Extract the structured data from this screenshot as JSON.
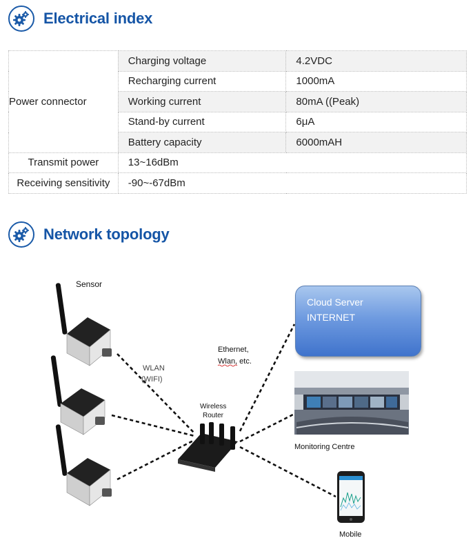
{
  "sections": {
    "electrical": {
      "title": "Electrical index",
      "icon": "gear-icon"
    },
    "network": {
      "title": "Network topology",
      "icon": "gear-icon"
    }
  },
  "spec_table": {
    "power_connector": {
      "group_label": "Power connector",
      "rows": [
        {
          "label": "Charging voltage",
          "value": "4.2VDC"
        },
        {
          "label": "Recharging current",
          "value": "1000mA"
        },
        {
          "label": "Working current",
          "value": "80mA ((Peak)"
        },
        {
          "label": "Stand-by current",
          "value": "6μA"
        },
        {
          "label": "Battery capacity",
          "value": "6000mAH"
        }
      ]
    },
    "transmit_power": {
      "label": "Transmit power",
      "value": "13~16dBm"
    },
    "receiving_sensitivity": {
      "label": "Receiving sensitivity",
      "value": "-90~-67dBm"
    }
  },
  "topology": {
    "sensor_label": "Sensor",
    "wlan_label_1": "WLAN",
    "wlan_label_2": "(WIFI)",
    "router_label_1": "Wireless",
    "router_label_2": "Router",
    "ethernet_label_1": "Ethernet,",
    "ethernet_label_2": "Wlan, etc.",
    "cloud_line_1": "Cloud Server",
    "cloud_line_2": "INTERNET",
    "monitoring_label": "Monitoring Centre",
    "mobile_label": "Mobile"
  },
  "colors": {
    "title_blue": "#1555a6",
    "cloud_blue": "#4a7fd4",
    "table_border": "#b9b9b9",
    "table_shade": "#f2f2f2"
  }
}
